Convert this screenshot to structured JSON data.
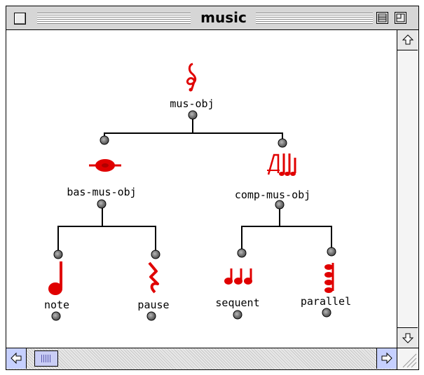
{
  "window": {
    "title": "music"
  },
  "icons": {
    "close": "close-box",
    "collapse": "collapse-box",
    "zoom": "zoom-box",
    "scroll_up": "up-arrow",
    "scroll_down": "down-arrow",
    "scroll_left": "left-arrow",
    "scroll_right": "right-arrow"
  },
  "tree": {
    "root": {
      "label": "mus-obj",
      "icon": "treble-clef-icon"
    },
    "left": {
      "label": "bas-mus-obj",
      "icon": "whole-note-icon"
    },
    "right": {
      "label": "comp-mus-obj",
      "icon": "score-icon"
    },
    "leaves": [
      {
        "label": "note",
        "icon": "quarter-note-icon"
      },
      {
        "label": "pause",
        "icon": "quarter-rest-icon"
      },
      {
        "label": "sequent",
        "icon": "eighth-notes-icon"
      },
      {
        "label": "parallel",
        "icon": "chord-icon"
      }
    ]
  },
  "colors": {
    "icon": "#e00000",
    "titlebar": "#d6d6d6",
    "scrollbar_accent": "#c6d0ff"
  }
}
